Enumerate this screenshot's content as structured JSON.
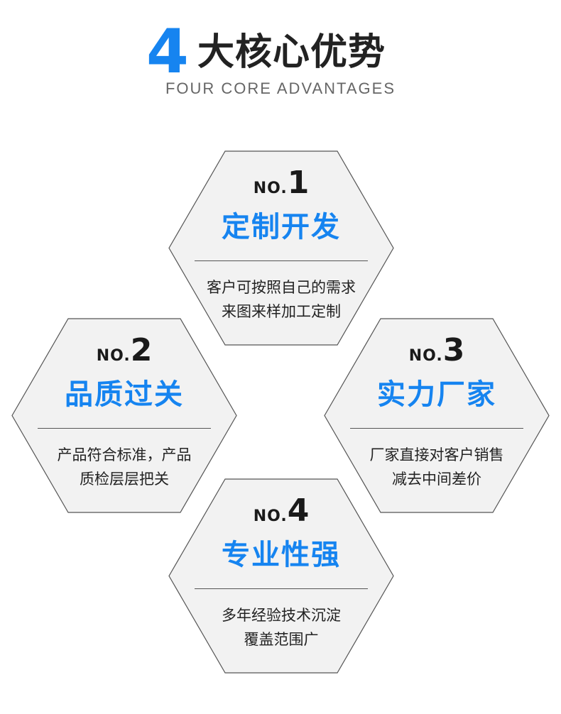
{
  "header": {
    "number": "4",
    "title": "大核心优势",
    "subtitle": "FOUR CORE ADVANTAGES"
  },
  "advantages": [
    {
      "no_prefix": "NO.",
      "no": "1",
      "title": "定制开发",
      "line1": "客户可按照自己的需求",
      "line2": "来图来样加工定制"
    },
    {
      "no_prefix": "NO.",
      "no": "2",
      "title": "品质过关",
      "line1": "产品符合标准，产品",
      "line2": "质检层层把关"
    },
    {
      "no_prefix": "NO.",
      "no": "3",
      "title": "实力厂家",
      "line1": "厂家直接对客户销售",
      "line2": "减去中间差价"
    },
    {
      "no_prefix": "NO.",
      "no": "4",
      "title": "专业性强",
      "line1": "多年经验技术沉淀",
      "line2": "覆盖范围广"
    }
  ],
  "colors": {
    "accent": "#1684f0",
    "hex_fill": "#f2f2f2",
    "hex_stroke": "#555555"
  }
}
